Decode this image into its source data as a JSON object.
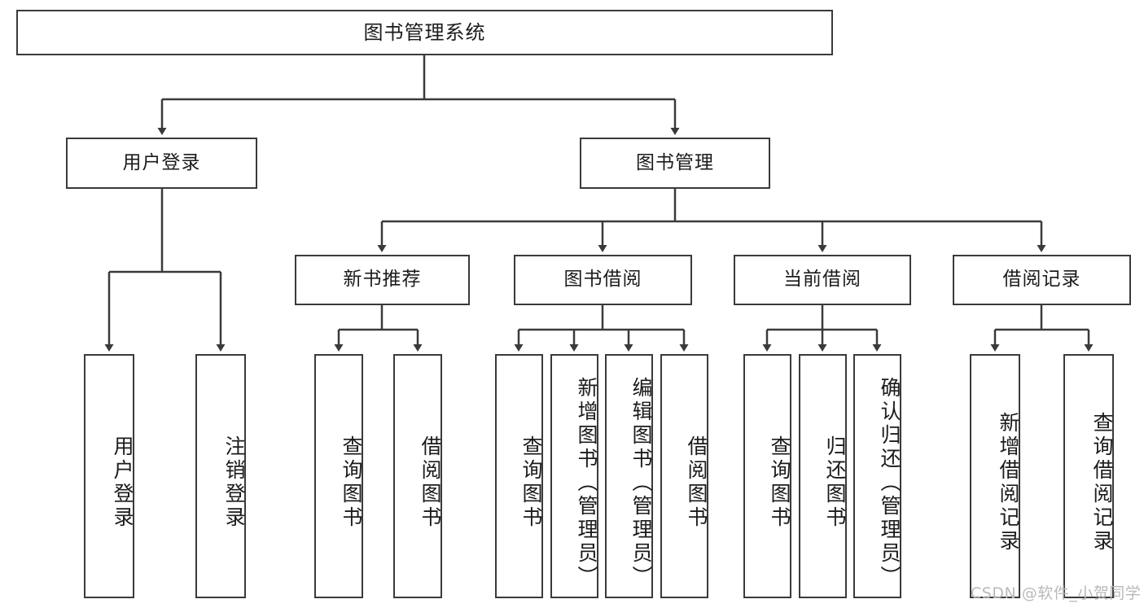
{
  "diagram": {
    "title": "图书管理系统",
    "type": "tree-structure-chart",
    "root": {
      "label": "图书管理系统"
    },
    "level2": [
      {
        "label": "用户登录"
      },
      {
        "label": "图书管理"
      }
    ],
    "level3": [
      {
        "label": "新书推荐"
      },
      {
        "label": "图书借阅"
      },
      {
        "label": "当前借阅"
      },
      {
        "label": "借阅记录"
      }
    ],
    "leaves": {
      "user_login": [
        {
          "label": "用户登录"
        },
        {
          "label": "注销登录"
        }
      ],
      "new_book_recommend": [
        {
          "label": "查询图书"
        },
        {
          "label": "借阅图书"
        }
      ],
      "book_borrow": [
        {
          "label": "查询图书"
        },
        {
          "label": "新增图书（管理员）"
        },
        {
          "label": "编辑图书（管理员）"
        },
        {
          "label": "借阅图书"
        }
      ],
      "current_borrow": [
        {
          "label": "查询图书"
        },
        {
          "label": "归还图书"
        },
        {
          "label": "确认归还（管理员）"
        }
      ],
      "borrow_record": [
        {
          "label": "新增借阅记录"
        },
        {
          "label": "查询借阅记录"
        }
      ]
    }
  },
  "watermark": {
    "text": "CSDN @软件_小贺同学"
  },
  "colors": {
    "border": "#3a3a3a",
    "text": "#1b1b1b",
    "background": "#ffffff",
    "watermark": "#b9b9b9"
  }
}
